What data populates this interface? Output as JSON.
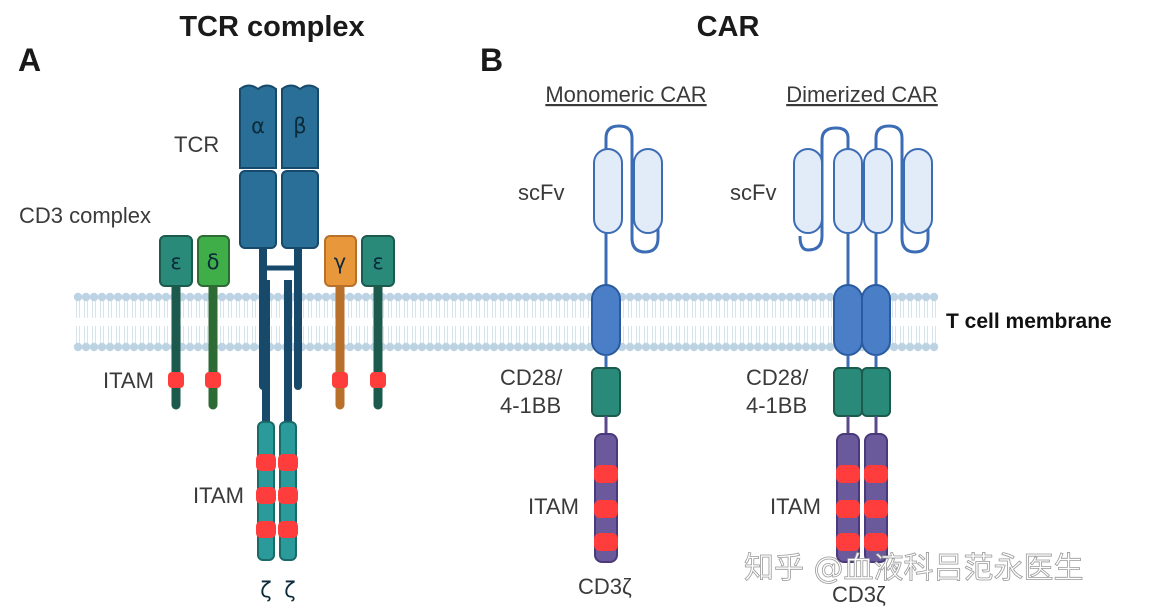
{
  "titles": {
    "tcr": "TCR complex",
    "car": "CAR"
  },
  "panels": {
    "a": "A",
    "b": "B"
  },
  "tcr_labels": {
    "tcr": "TCR",
    "cd3": "CD3 complex",
    "alpha": "α",
    "beta": "β",
    "epsilon_left": "ε",
    "delta": "δ",
    "gamma": "γ",
    "epsilon_right": "ε",
    "itam_small": "ITAM",
    "itam_zeta": "ITAM",
    "zeta_left": "ζ",
    "zeta_right": "ζ"
  },
  "car_labels": {
    "monomeric": "Monomeric CAR",
    "dimerized": "Dimerized CAR",
    "scfv_mono": "scFv",
    "scfv_di": "scFv",
    "costim_mono": [
      "CD28/",
      "4-1BB"
    ],
    "costim_di": [
      "CD28/",
      "4-1BB"
    ],
    "itam_mono": "ITAM",
    "itam_di": "ITAM",
    "cd3z_mono": "CD3ζ",
    "cd3z_di": "CD3ζ"
  },
  "membrane_label": "T cell membrane",
  "watermark": "知乎 @血液科吕范永医生",
  "colors": {
    "tcr_blue": "#2a6f97",
    "tcr_blue_dark": "#17496a",
    "teal": "#2a8a7a",
    "green": "#3fae49",
    "orange": "#e8973a",
    "itam_red": "#ff3d3d",
    "zeta_teal": "#2a9a9a",
    "car_blue": "#4a7fc8",
    "scfv_fill": "#e2ecf8",
    "scfv_stroke": "#3c6cb4",
    "purple": "#6a5a9c",
    "membrane": "#bcd3e4"
  }
}
